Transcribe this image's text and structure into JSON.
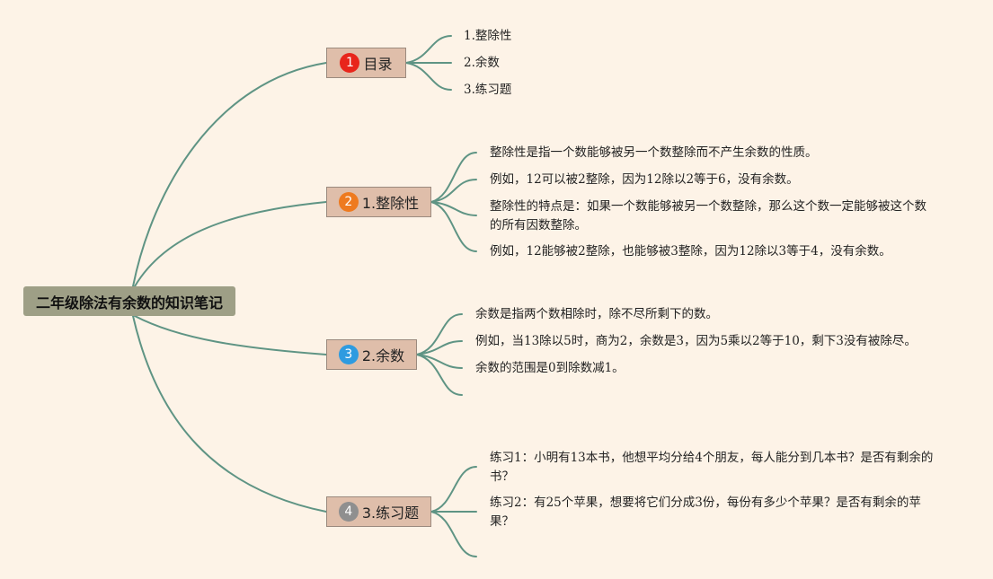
{
  "root": {
    "label": "二年级除法有余数的知识笔记"
  },
  "topics": [
    {
      "number": "1",
      "label": "目录",
      "badge_color": "#e8251b",
      "items": [
        "1.整除性",
        "2.余数",
        "3.练习题"
      ]
    },
    {
      "number": "2",
      "label": "1.整除性",
      "badge_color": "#ee7a1f",
      "items": [
        "整除性是指一个数能够被另一个数整除而不产生余数的性质。",
        "例如，12可以被2整除，因为12除以2等于6，没有余数。",
        "整除性的特点是：如果一个数能够被另一个数整除，那么这个数一定能够被这个数的所有因数整除。",
        "例如，12能够被2整除，也能够被3整除，因为12除以3等于4，没有余数。"
      ]
    },
    {
      "number": "3",
      "label": "2.余数",
      "badge_color": "#2e9be0",
      "items": [
        "余数是指两个数相除时，除不尽所剩下的数。",
        "例如，当13除以5时，商为2，余数是3，因为5乘以2等于10，剩下3没有被除尽。",
        "余数的范围是0到除数减1。"
      ]
    },
    {
      "number": "4",
      "label": "3.练习题",
      "badge_color": "#8f8f8f",
      "items": [
        "练习1：小明有13本书，他想平均分给4个朋友，每人能分到几本书？是否有剩余的书？",
        "练习2：有25个苹果，想要将它们分成3份，每份有多少个苹果？是否有剩余的苹果？"
      ]
    }
  ]
}
